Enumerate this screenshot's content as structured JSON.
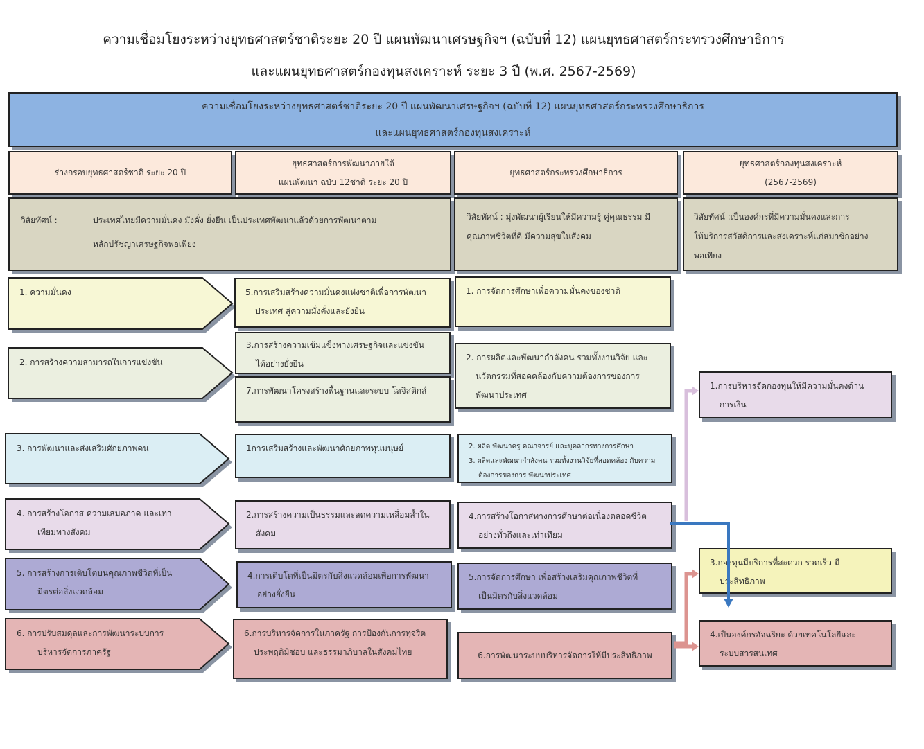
{
  "title": {
    "line1": "ความเชื่อมโยงระหว่างยุทธศาสตร์ชาติระยะ 20 ปี แผนพัฒนาเศรษฐกิจฯ (ฉบับที่ 12) แผนยุทธศาสตร์กระทรวงศึกษาธิการ",
    "line2": "และแผนยุทธศาสตร์กองทุนสงเคราะห์ ระยะ 3 ปี (พ.ศ. 2567-2569)"
  },
  "header": {
    "line1": "ความเชื่อมโยงระหว่างยุทธศาสตร์ชาติระยะ 20 ปี แผนพัฒนาเศรษฐกิจฯ (ฉบับที่ 12) แผนยุทธศาสตร์กระทรวงศึกษาธิการ",
    "line2": "และแผนยุทธศาสตร์กองทุนสงเคราะห์"
  },
  "columns": [
    {
      "line1": "ร่างกรอบยุทธศาสตร์ชาติ ระยะ 20 ปี",
      "line2": ""
    },
    {
      "line1": "ยุทธศาสตร์การพัฒนาภายใต้",
      "line2": "แผนพัฒนา ฉบับ 12ชาติ ระยะ 20 ปี"
    },
    {
      "line1": "ยุทธศาสตร์กระทรวงศึกษาธิการ",
      "line2": ""
    },
    {
      "line1": "ยุทธศาสตร์กองทุนสงเคราะห์",
      "line2": "(2567-2569)"
    }
  ],
  "vision": {
    "national": {
      "label": "วิสัยทัศน์ :",
      "line1": "ประเทศไทยมีความมั่นคง มั่งคั่ง ยั่งยืน เป็นประเทศพัฒนาแล้วด้วยการพัฒนาตาม",
      "line2": "หลักปรัชญาเศรษฐกิจพอเพียง"
    },
    "ministry": {
      "line1": "วิสัยทัศน์ : มุ่งพัฒนาผู้เรียนให้มีความรู้ คู่คุณธรรม มี",
      "line2": "คุณภาพชีวิตที่ดี มีความสุขในสังคม"
    },
    "fund": {
      "line1": "วิสัยทัศน์ :เป็นองค์กรที่มีความมั่นคงและการ",
      "line2": "ให้บริการสวัสดิการและสงเคราะห์แก่สมาชิกอย่าง",
      "line3": "พอเพียง"
    }
  },
  "national": [
    {
      "line1": "1. ความมั่นคง",
      "line2": ""
    },
    {
      "line1": "2. การสร้างความสามารถในการแข่งขัน",
      "line2": ""
    },
    {
      "line1": "3. การพัฒนาและส่งเสริมศักยภาพคน",
      "line2": ""
    },
    {
      "line1": "4.   การสร้างโอกาส ความเสมอภาค และเท่า",
      "line2": "เทียมทางสังคม"
    },
    {
      "line1": "5.   การสร้างการเติบโตบนคุณภาพชีวิตที่เป็น",
      "line2": "มิตรต่อสิ่งแวดล้อม"
    },
    {
      "line1": "6.   การปรับสมดุลและการพัฒนาระบบการ",
      "line2": "บริหารจัดการภาครัฐ"
    }
  ],
  "plan12": [
    {
      "line1": "5.การเสริมสร้างความมั่นคงแห่งชาติเพื่อการพัฒนา",
      "line2": "ประเทศ สู่ความมั่งคั่งและยั่งยืน"
    },
    {
      "line1": "3.การสร้างความเข้มแข็งทางเศรษฐกิจและแข่งขัน",
      "line2": "ได้อย่างยั่งยืน"
    },
    {
      "line1": "7.การพัฒนาโครงสร้างพื้นฐานและระบบ โลจิสติกส์",
      "line2": ""
    },
    {
      "line1": "1การเสริมสร้างและพัฒนาศักยภาพทุนมนุษย์",
      "line2": ""
    },
    {
      "line1": "2.การสร้างความเป็นธรรมและลดความเหลื่อมล้ำใน",
      "line2": "สังคม"
    },
    {
      "line1": "4.การเติบโตที่เป็นมิตรกับสิ่งแวดล้อมเพื่อการพัฒนา",
      "line2": "อย่างยั่งยืน"
    },
    {
      "line1": "6.การบริหารจัดการในภาครัฐ การป้องกันการทุจริต",
      "line2": "ประพฤติมิชอบ และธรรมาภิบาลในสังคมไทย"
    }
  ],
  "ministry": [
    {
      "line1": "1. การจัดการศึกษาเพื่อความมั่นคงของชาติ",
      "line2": "",
      "line3": ""
    },
    {
      "line1": "2. การผลิตและพัฒนากำลังคน รวมทั้งงานวิจัย และ",
      "line2": "นวัตกรรมที่สอดคล้องกับความต้องการของการ",
      "line3": "พัฒนาประเทศ"
    },
    {
      "line1": "2. ผลิต พัฒนาครู คณาจารย์ และบุคลากรทางการศึกษา",
      "line2": "3. ผลิตและพัฒนากำลังคน รวมทั้งงานวิจัยที่สอดคล้อง กับความ",
      "line3": "ต้องการของการ พัฒนาประเทศ"
    },
    {
      "line1": "4.การสร้างโอกาสทางการศึกษาต่อเนื่องตลอดชีวิต",
      "line2": "อย่างทั่วถึงและเท่าเทียม",
      "line3": ""
    },
    {
      "line1": "5.การจัดการศึกษา เพื่อสร้างเสริมคุณภาพชีวิตที่",
      "line2": "เป็นมิตรกับสิ่งแวดล้อม",
      "line3": ""
    },
    {
      "line1": "6.การพัฒนาระบบบริหารจัดการให้มีประสิทธิภาพ",
      "line2": "",
      "line3": ""
    }
  ],
  "fund": [
    {
      "line1": "1.การบริหารจัดกองทุนให้มีความมั่นคงด้าน",
      "line2": "การเงิน"
    },
    {
      "line1": "3.กองทุนมีบริการที่สะดวก รวดเร็ว มี",
      "line2": "ประสิทธิภาพ"
    },
    {
      "line1": "4.เป็นองค์กรอัจฉริยะ ด้วยเทคโนโลยีและ",
      "line2": "ระบบสารสนเทศ"
    }
  ],
  "colors": {
    "header": "#8db3e2",
    "colhead": "#fce9dc",
    "vision": "#d9d6c2",
    "r1": "#f7f7d5",
    "r2": "#ebefe0",
    "r3": "#dbeef4",
    "r4": "#e8dbea",
    "r5": "#adaad4",
    "r6": "#e4b5b5",
    "fund3": "#f5f3bb",
    "arrowLilac": "#d8bfdc",
    "arrowBlue": "#3a78c0",
    "arrowPink": "#dc9490"
  }
}
